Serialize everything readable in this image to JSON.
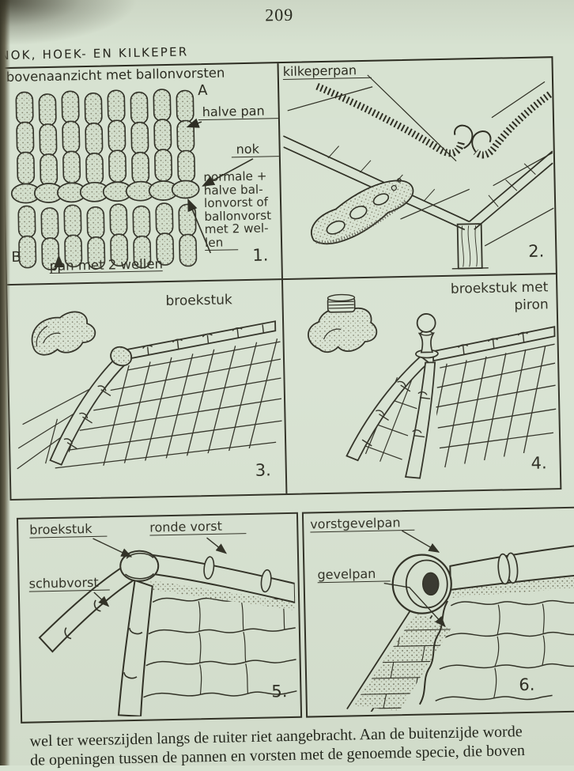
{
  "page": {
    "number": "209",
    "heading": "NOK, HOEK- EN KILKEPER",
    "footer_lines": [
      "wel ter weerszijden langs de ruiter riet aangebracht. Aan de buitenzijde worde",
      "de openingen tussen de pannen en vorsten met de genoemde specie, die boven"
    ]
  },
  "panel1": {
    "number": "1.",
    "title": "bovenaanzicht met ballonvorsten",
    "label_a": "A",
    "label_b": "B",
    "halve_pan": "halve pan",
    "nok": "nok",
    "vorst_note_lines": [
      "normale +",
      "halve bal-",
      "lonvorst of",
      "ballonvorst",
      "met 2 wel-",
      "len"
    ],
    "pan_met_2_wellen": "pan met 2 wellen"
  },
  "panel2": {
    "number": "2.",
    "kilkeperpan": "kilkeperpan"
  },
  "panel3": {
    "number": "3.",
    "broekstuk": "broekstuk"
  },
  "panel4": {
    "number": "4.",
    "title_line1": "broekstuk met",
    "title_line2": "piron"
  },
  "panel5": {
    "number": "5.",
    "broekstuk": "broekstuk",
    "ronde_vorst": "ronde vorst",
    "schubvorst": "schubvorst"
  },
  "panel6": {
    "number": "6.",
    "vorstgevelpan": "vorstgevelpan",
    "gevelpan": "gevelpan"
  },
  "colors": {
    "paper": "#d7e2d1",
    "ink": "#2c2c21"
  }
}
